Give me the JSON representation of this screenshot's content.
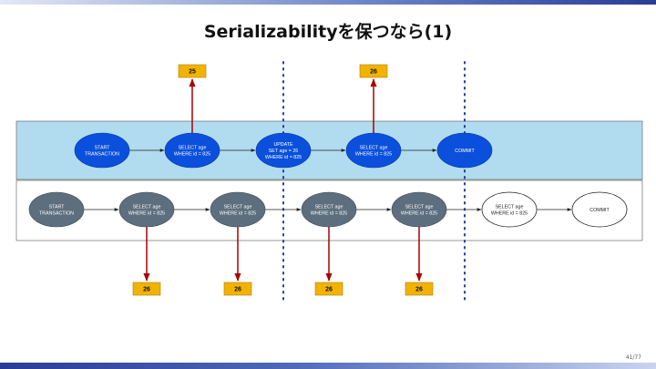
{
  "title": "Serializabilityを保つなら(1)",
  "page_number": "41/77",
  "colors": {
    "top_band": "#b1dcef",
    "node_blue": "#0a50dc",
    "node_gray": "#5d6f7e",
    "value_box": "#f2b300",
    "value_box_border": "#b07d00",
    "arrow_red": "#a80000",
    "divider_dots": "#2a3f9a"
  },
  "top_row": {
    "nodes": [
      {
        "lines": [
          "START",
          "TRANSACTION"
        ]
      },
      {
        "lines": [
          "SELECT age",
          "WHERE id = 825"
        ]
      },
      {
        "lines": [
          "UPDATE",
          "SET age = 26",
          "WHERE id = 825"
        ]
      },
      {
        "lines": [
          "SELECT age",
          "WHERE id = 825"
        ]
      },
      {
        "lines": [
          "COMMIT"
        ]
      }
    ],
    "values": [
      "25",
      "26"
    ]
  },
  "bottom_row": {
    "nodes": [
      {
        "lines": [
          "START",
          "TRANSACTION"
        ]
      },
      {
        "lines": [
          "SELECT age",
          "WHERE id = 825"
        ]
      },
      {
        "lines": [
          "SELECT age",
          "WHERE id = 825"
        ]
      },
      {
        "lines": [
          "SELECT age",
          "WHERE id = 825"
        ]
      },
      {
        "lines": [
          "SELECT age",
          "WHERE id = 825"
        ]
      },
      {
        "lines": [
          "SELECT age",
          "WHERE id = 825"
        ]
      },
      {
        "lines": [
          "COMMIT"
        ]
      }
    ],
    "values": [
      "26",
      "26",
      "26",
      "26"
    ]
  }
}
